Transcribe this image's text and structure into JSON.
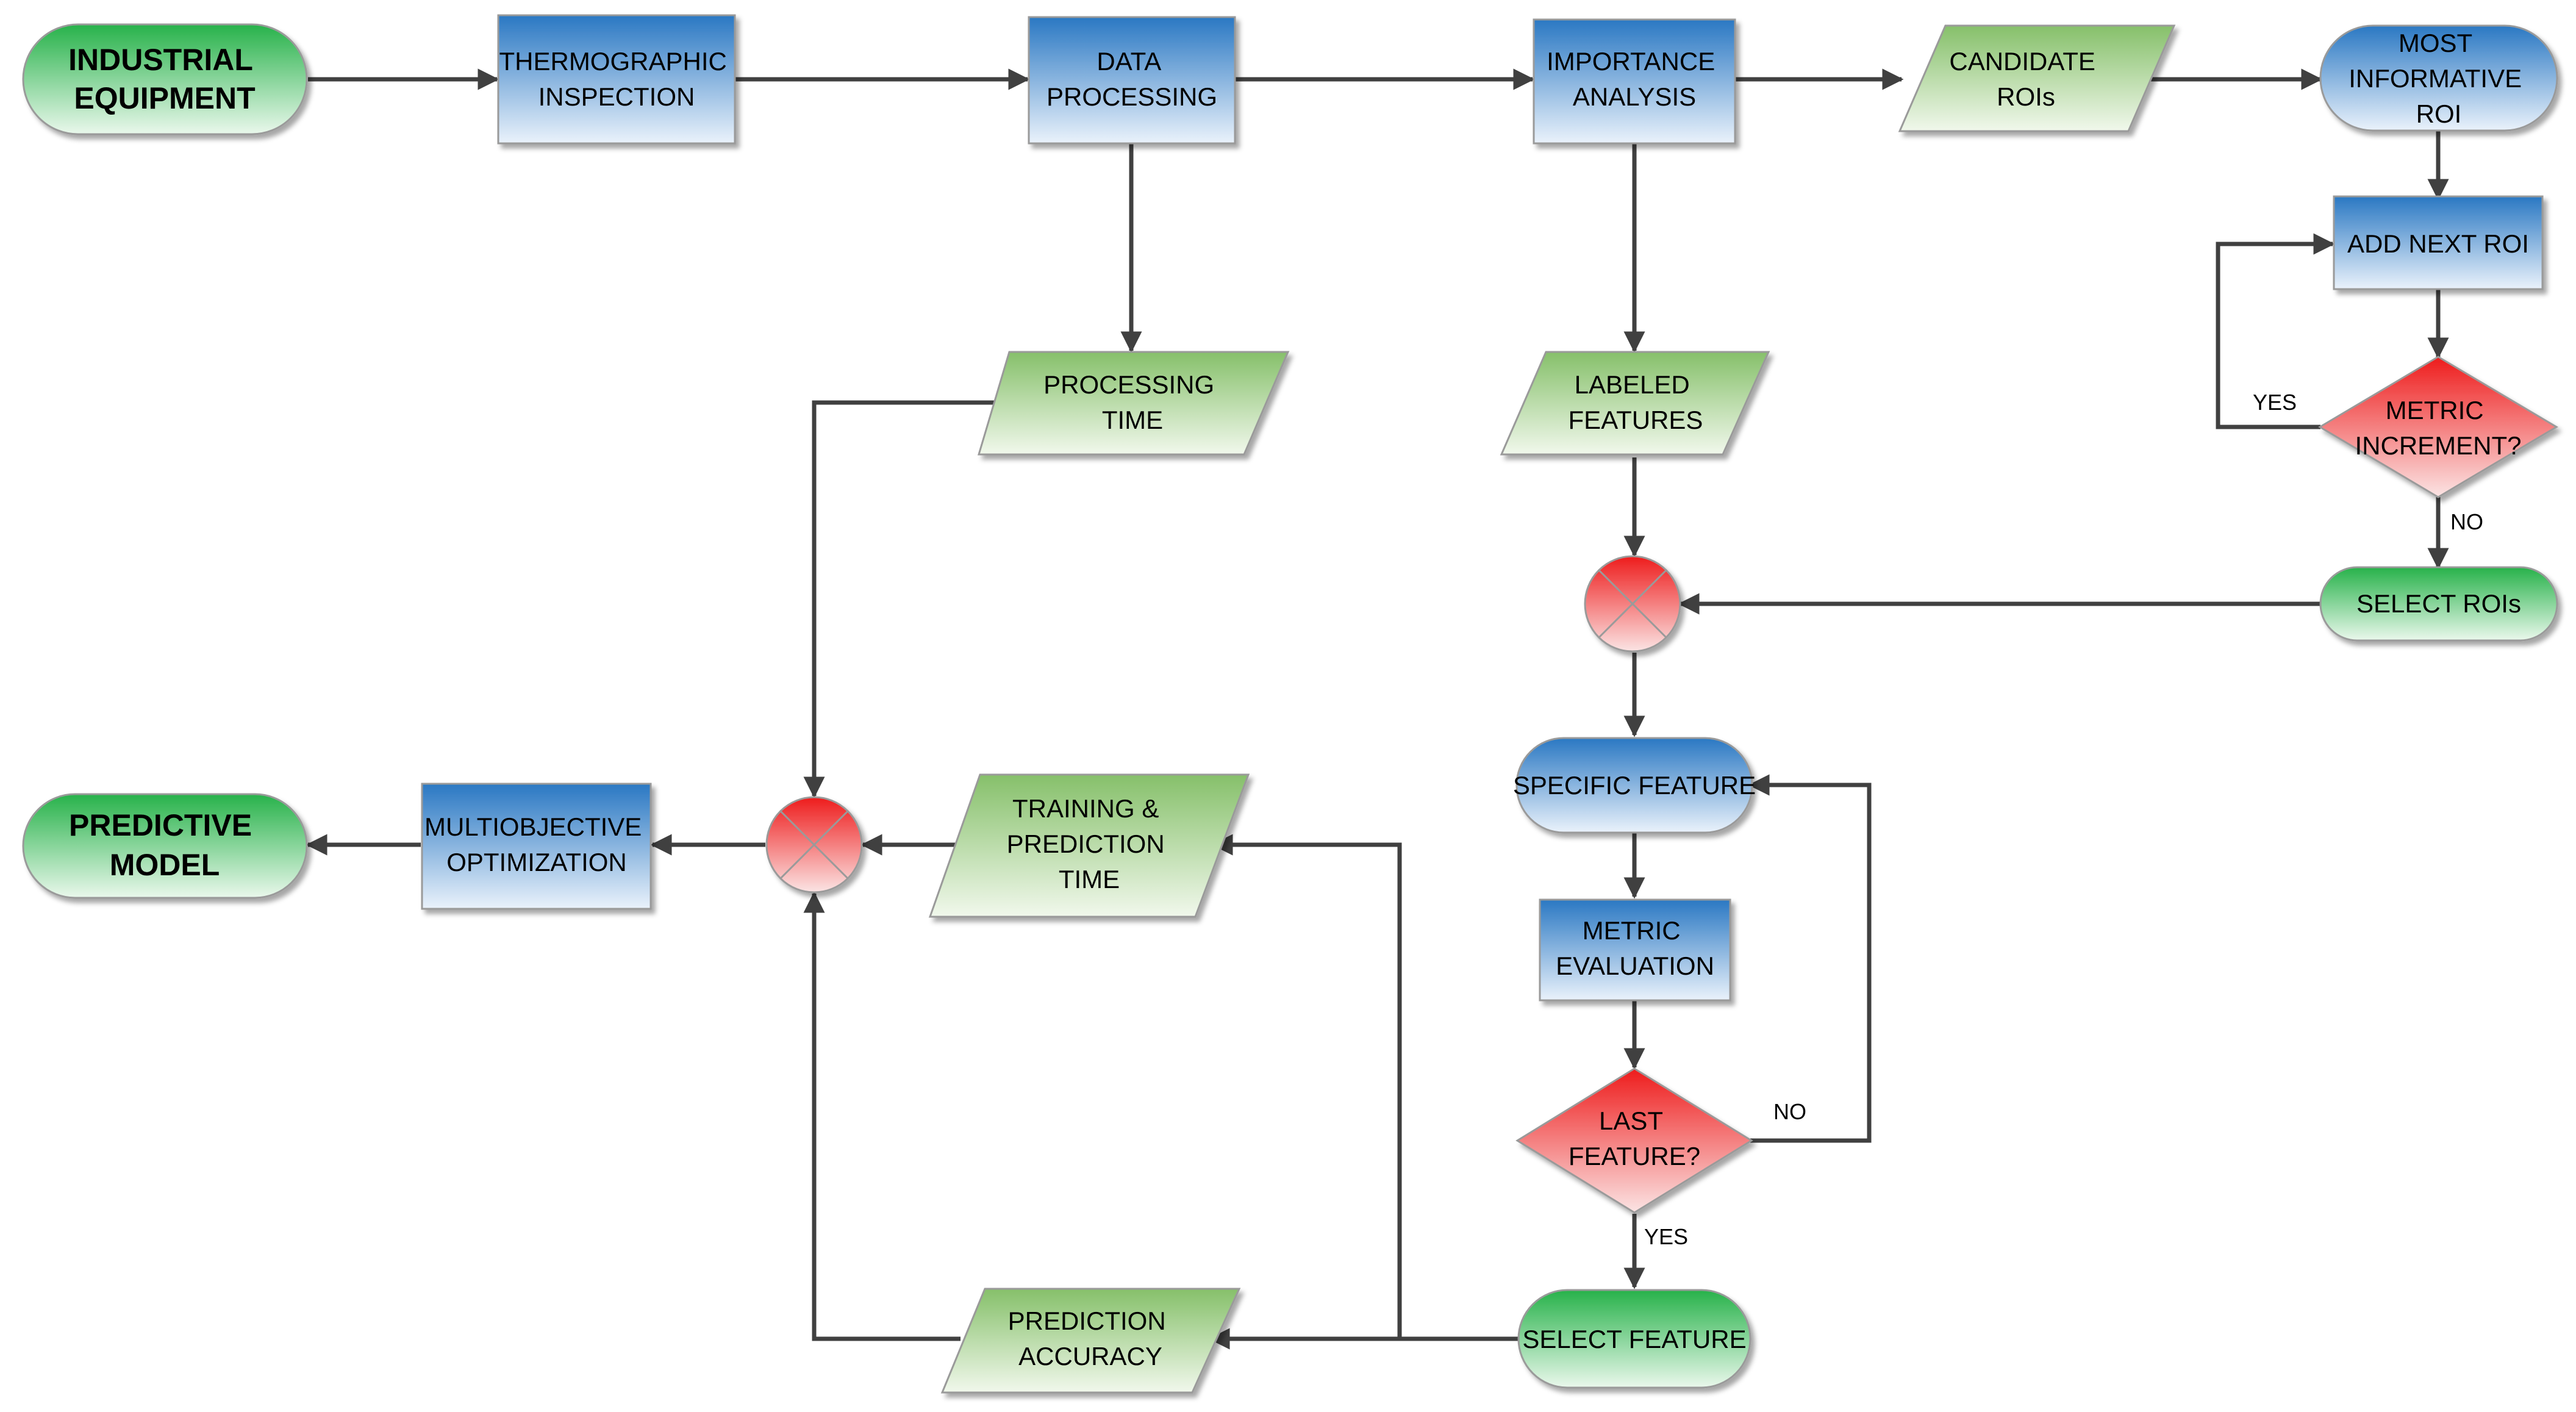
{
  "colors": {
    "terminal": "#2eb44a",
    "process": "#2f7fc1",
    "data": "#8cc56f",
    "decision": "#ef2424",
    "connector": "#ef2424",
    "edge": "#404040"
  },
  "nodes": {
    "industrial_equipment": [
      "INDUSTRIAL",
      "EQUIPMENT"
    ],
    "thermographic_inspection": [
      "THERMOGRAPHIC",
      "INSPECTION"
    ],
    "data_processing": [
      "DATA",
      "PROCESSING"
    ],
    "importance_analysis": [
      "IMPORTANCE",
      "ANALYSIS"
    ],
    "candidate_rois": [
      "CANDIDATE",
      "ROIs"
    ],
    "most_informative_roi": [
      "MOST",
      "INFORMATIVE",
      "ROI"
    ],
    "add_next_roi": [
      "ADD NEXT ROI"
    ],
    "metric_increment": [
      "METRIC",
      "INCREMENT?"
    ],
    "select_rois": [
      "SELECT ROIs"
    ],
    "processing_time": [
      "PROCESSING",
      "TIME"
    ],
    "labeled_features": [
      "LABELED",
      "FEATURES"
    ],
    "specific_feature": [
      "SPECIFIC FEATURE"
    ],
    "metric_evaluation": [
      "METRIC",
      "EVALUATION"
    ],
    "last_feature": [
      "LAST",
      "FEATURE?"
    ],
    "select_feature": [
      "SELECT FEATURE"
    ],
    "training_prediction_time": [
      "TRAINING &",
      "PREDICTION",
      "TIME"
    ],
    "prediction_accuracy": [
      "PREDICTION",
      "ACCURACY"
    ],
    "multiobjective_optimization": [
      "MULTIOBJECTIVE",
      "OPTIMIZATION"
    ],
    "predictive_model": [
      "PREDICTIVE",
      "MODEL"
    ]
  },
  "edge_labels": {
    "metric_yes": "YES",
    "metric_no": "NO",
    "last_no": "NO",
    "last_yes": "YES"
  }
}
